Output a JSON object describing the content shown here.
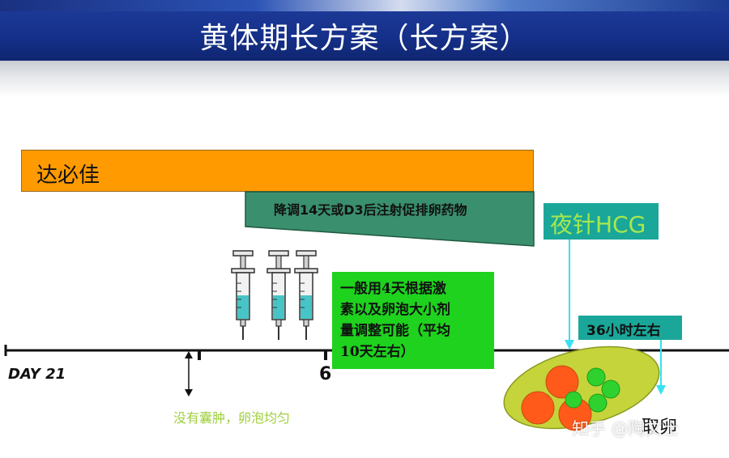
{
  "header": {
    "title": "黄体期长方案（长方案）"
  },
  "bars": {
    "drug": "达必佳",
    "downreg": "降调14天或D3后注射促排卵药物",
    "trigger": "夜针HCG"
  },
  "stimulation_note": {
    "lines": [
      "一般用4天根据激",
      "素以及卵泡大小剂",
      "量调整可能（平均",
      "10天左右）"
    ]
  },
  "timing": {
    "hours": "36小时左右"
  },
  "timeline": {
    "day_label": "DAY 21",
    "stim_day": "6",
    "baseline_note": "没有囊肿，卵泡均匀",
    "ovulation": "取卵"
  },
  "watermark": "知乎 @陶文士",
  "colors": {
    "header_blue": "#15308a",
    "drug_bar": "#ff9a00",
    "downreg_bar": "#3a8f6e",
    "teal": "#1aa79a",
    "stim_green": "#1ed21e",
    "hcg_text": "#a8e84c",
    "arrow_cyan": "#38e1f0",
    "follicle_red": "#ff5a1a",
    "follicle_green": "#2fd12f",
    "ovary_fill": "#c4d43a"
  },
  "icons": {
    "syringes": "syringe-icon"
  }
}
